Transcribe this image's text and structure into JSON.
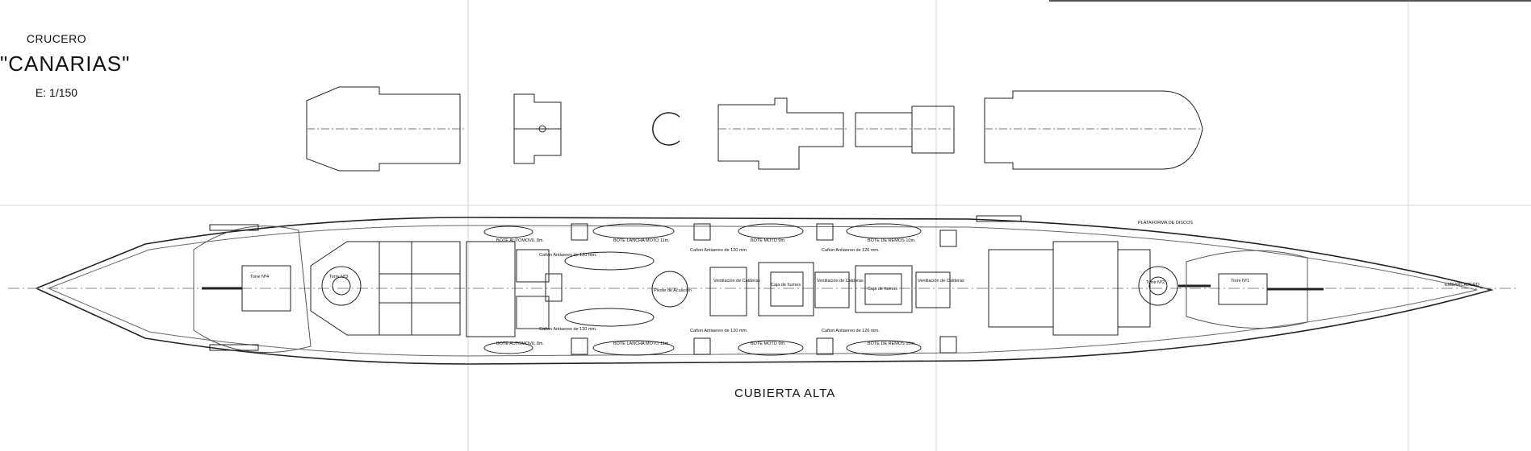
{
  "title": {
    "kind": "CRUCERO",
    "name": "\"CANARIAS\"",
    "scale": "E: 1/150"
  },
  "view_title": "CUBIERTA ALTA",
  "labels": {
    "turret_1": "Torre Nº1",
    "turret_2": "Torre Nº2",
    "turret_3": "Torre Nº3",
    "turret_4": "Torre Nº4",
    "boat_auto_top": "BOTE AUTOMOVIL 8m.",
    "boat_auto_bottom": "BOTE AUTOMOVIL 8m.",
    "launch_top": "BOTE LANCHA MOTO 11m.",
    "launch_bottom": "BOTE LANCHA MOTO 11m.",
    "moto_top": "BOTE MOTO 9m.",
    "moto_bottom": "BOTE MOTO 9m.",
    "oars_top": "BOTE DE REMOS 10m.",
    "oars_bottom": "BOTE DE REMOS 10m.",
    "guns_1": "Cañon Antiaereo de 120 mm.",
    "guns_2": "Cañon Antiaereo de 120 mm.",
    "guns_3": "Cañon Antiaereo de 120 mm.",
    "guns_4": "Cañon Antiaereo de 120 mm.",
    "guns_5": "Cañon Antiaereo de 120 mm.",
    "guns_6": "Cañon Antiaereo de 120 mm.",
    "vent_1": "Ventilación de Calderas",
    "vent_2": "Ventilación de Calderas",
    "vent_3": "Ventilación de Calderas",
    "funnel_1": "Caja de humos",
    "funnel_2": "Caja de humos",
    "pivot": "Pivote de Acuación",
    "platform": "PLATAFORMA DE DISCOS",
    "boarding": "EMBARCADERO"
  }
}
